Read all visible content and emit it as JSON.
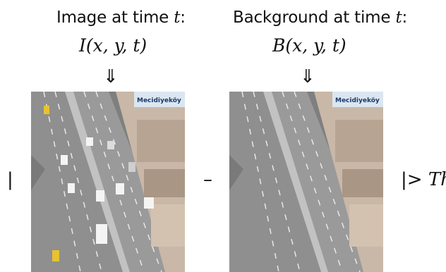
{
  "image_caption": {
    "label": "Image at time ",
    "var": "t",
    "colon": ":"
  },
  "image_formula": {
    "fn": "I",
    "args": "(x, y, t)"
  },
  "background_caption": {
    "label": "Background at time ",
    "var": "t",
    "colon": ":"
  },
  "background_formula": {
    "fn": "B",
    "args": "(x, y, t)"
  },
  "arrow_glyph": "⇓",
  "operators": {
    "abs_open": "|",
    "minus": "–",
    "abs_close": "|>",
    "threshold": "Th"
  },
  "scene_label": "Mecidiyeköy",
  "colors": {
    "road": "#8d8d8d",
    "lane": "#e8e8e8",
    "barrier": "#b9b9b9",
    "building": "#c9b8a8",
    "car_white": "#f4f4f4",
    "car_yellow": "#e8c230",
    "label_bg": "#dbe6f0",
    "label_text": "#1a3a6a"
  }
}
